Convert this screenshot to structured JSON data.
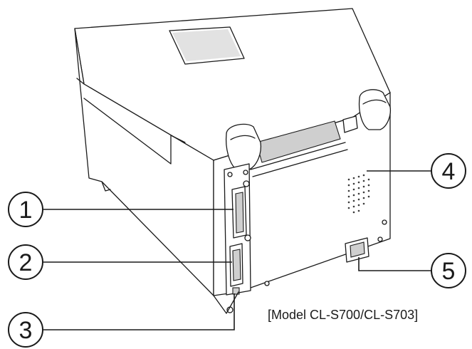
{
  "diagram": {
    "callouts": [
      {
        "number": "1"
      },
      {
        "number": "2"
      },
      {
        "number": "3"
      },
      {
        "number": "4"
      },
      {
        "number": "5"
      }
    ],
    "caption": "[Model CL-S700/CL-S703]"
  }
}
